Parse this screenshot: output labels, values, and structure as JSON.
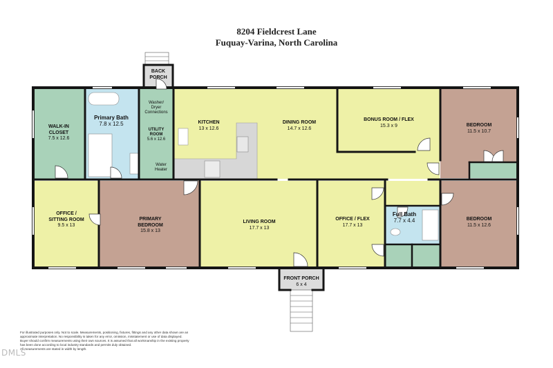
{
  "header": {
    "address": "8204 Fieldcrest Lane",
    "city": "Fuquay-Varina, North Carolina"
  },
  "colors": {
    "yellow": "#eef1a7",
    "green": "#a9d2b9",
    "rose": "#c4a293",
    "blue": "#c4e4ef",
    "grey": "#dcdcdc",
    "wall": "#151515"
  },
  "rooms": {
    "walk_in_closet": {
      "name_1": "WALK-IN",
      "name_2": "CLOSET",
      "dims": "7.5 x 12.6"
    },
    "primary_bath": {
      "name": "Primary Bath",
      "dims": "7.8 x 12.5"
    },
    "utility": {
      "top_label_1": "Washer/",
      "top_label_2": "Dryer",
      "top_label_3": "Connections",
      "name_1": "UTILITY",
      "name_2": "ROOM",
      "dims": "5.6 x 12.6",
      "bottom_label_1": "Water",
      "bottom_label_2": "Heater"
    },
    "back_porch": {
      "name_1": "BACK",
      "name_2": "PORCH"
    },
    "kitchen": {
      "name": "KITCHEN",
      "dims": "13 x 12.6"
    },
    "dining": {
      "name": "DINING ROOM",
      "dims": "14.7 x 12.6"
    },
    "bonus": {
      "name": "BONUS ROOM / FLEX",
      "dims": "15.3 x 9"
    },
    "bedroom_1": {
      "name": "BEDROOM",
      "dims": "11.5 x 10.7"
    },
    "office_sitting": {
      "name_1": "OFFICE /",
      "name_2": "SITTING ROOM",
      "dims": "9.5 x 13"
    },
    "primary_bedroom": {
      "name_1": "PRIMARY",
      "name_2": "BEDROOM",
      "dims": "15.8 x 13"
    },
    "living": {
      "name": "LIVING ROOM",
      "dims": "17.7 x 13"
    },
    "office_flex": {
      "name": "OFFICE / FLEX",
      "dims": "17.7 x 13"
    },
    "full_bath": {
      "name": "Full Bath",
      "dims": "7.7 x 4.4"
    },
    "bedroom_2": {
      "name": "BEDROOM",
      "dims": "11.5 x 12.6"
    },
    "front_porch": {
      "name": "FRONT PORCH",
      "dims": "6 x 4"
    }
  },
  "disclaimer": {
    "line1": "For illustrated purposes only. Not to scale. Measurements, positioning, fixtures, fittings and any other data shown are an",
    "line2": "approximate interpretation. No responsibility is taken for any error, omission, misstatement or use of data displayed.",
    "line3": "Buyer should confirm measurements using their own sources. It is assumed that all workmanship in the existing property",
    "line4": "has been done according to local industry standards and permits duly obtained.",
    "line5": "All measurements are stated in width by length."
  },
  "watermark": "DMLS"
}
